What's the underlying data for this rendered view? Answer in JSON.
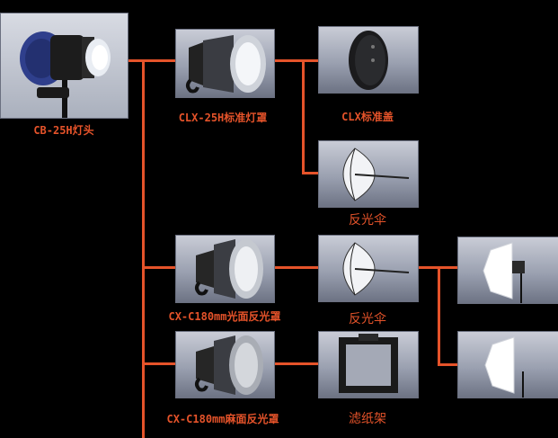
{
  "colors": {
    "connector": "#e5532a",
    "label": "#e5532a",
    "background": "#000000"
  },
  "nodes": {
    "head": {
      "label": "CB-25H灯头"
    },
    "clx25h": {
      "label": "CLX-25H标准灯罩"
    },
    "clx_cover": {
      "label": "CLX标准盖"
    },
    "umbrella1": {
      "label": "反光伞"
    },
    "cx180_gloss": {
      "label": "CX-C180mm光面反光罩"
    },
    "umbrella2": {
      "label": "反光伞"
    },
    "cx180_matte": {
      "label": "CX-C180mm麻面反光罩"
    },
    "filter": {
      "label": "滤纸架"
    }
  }
}
